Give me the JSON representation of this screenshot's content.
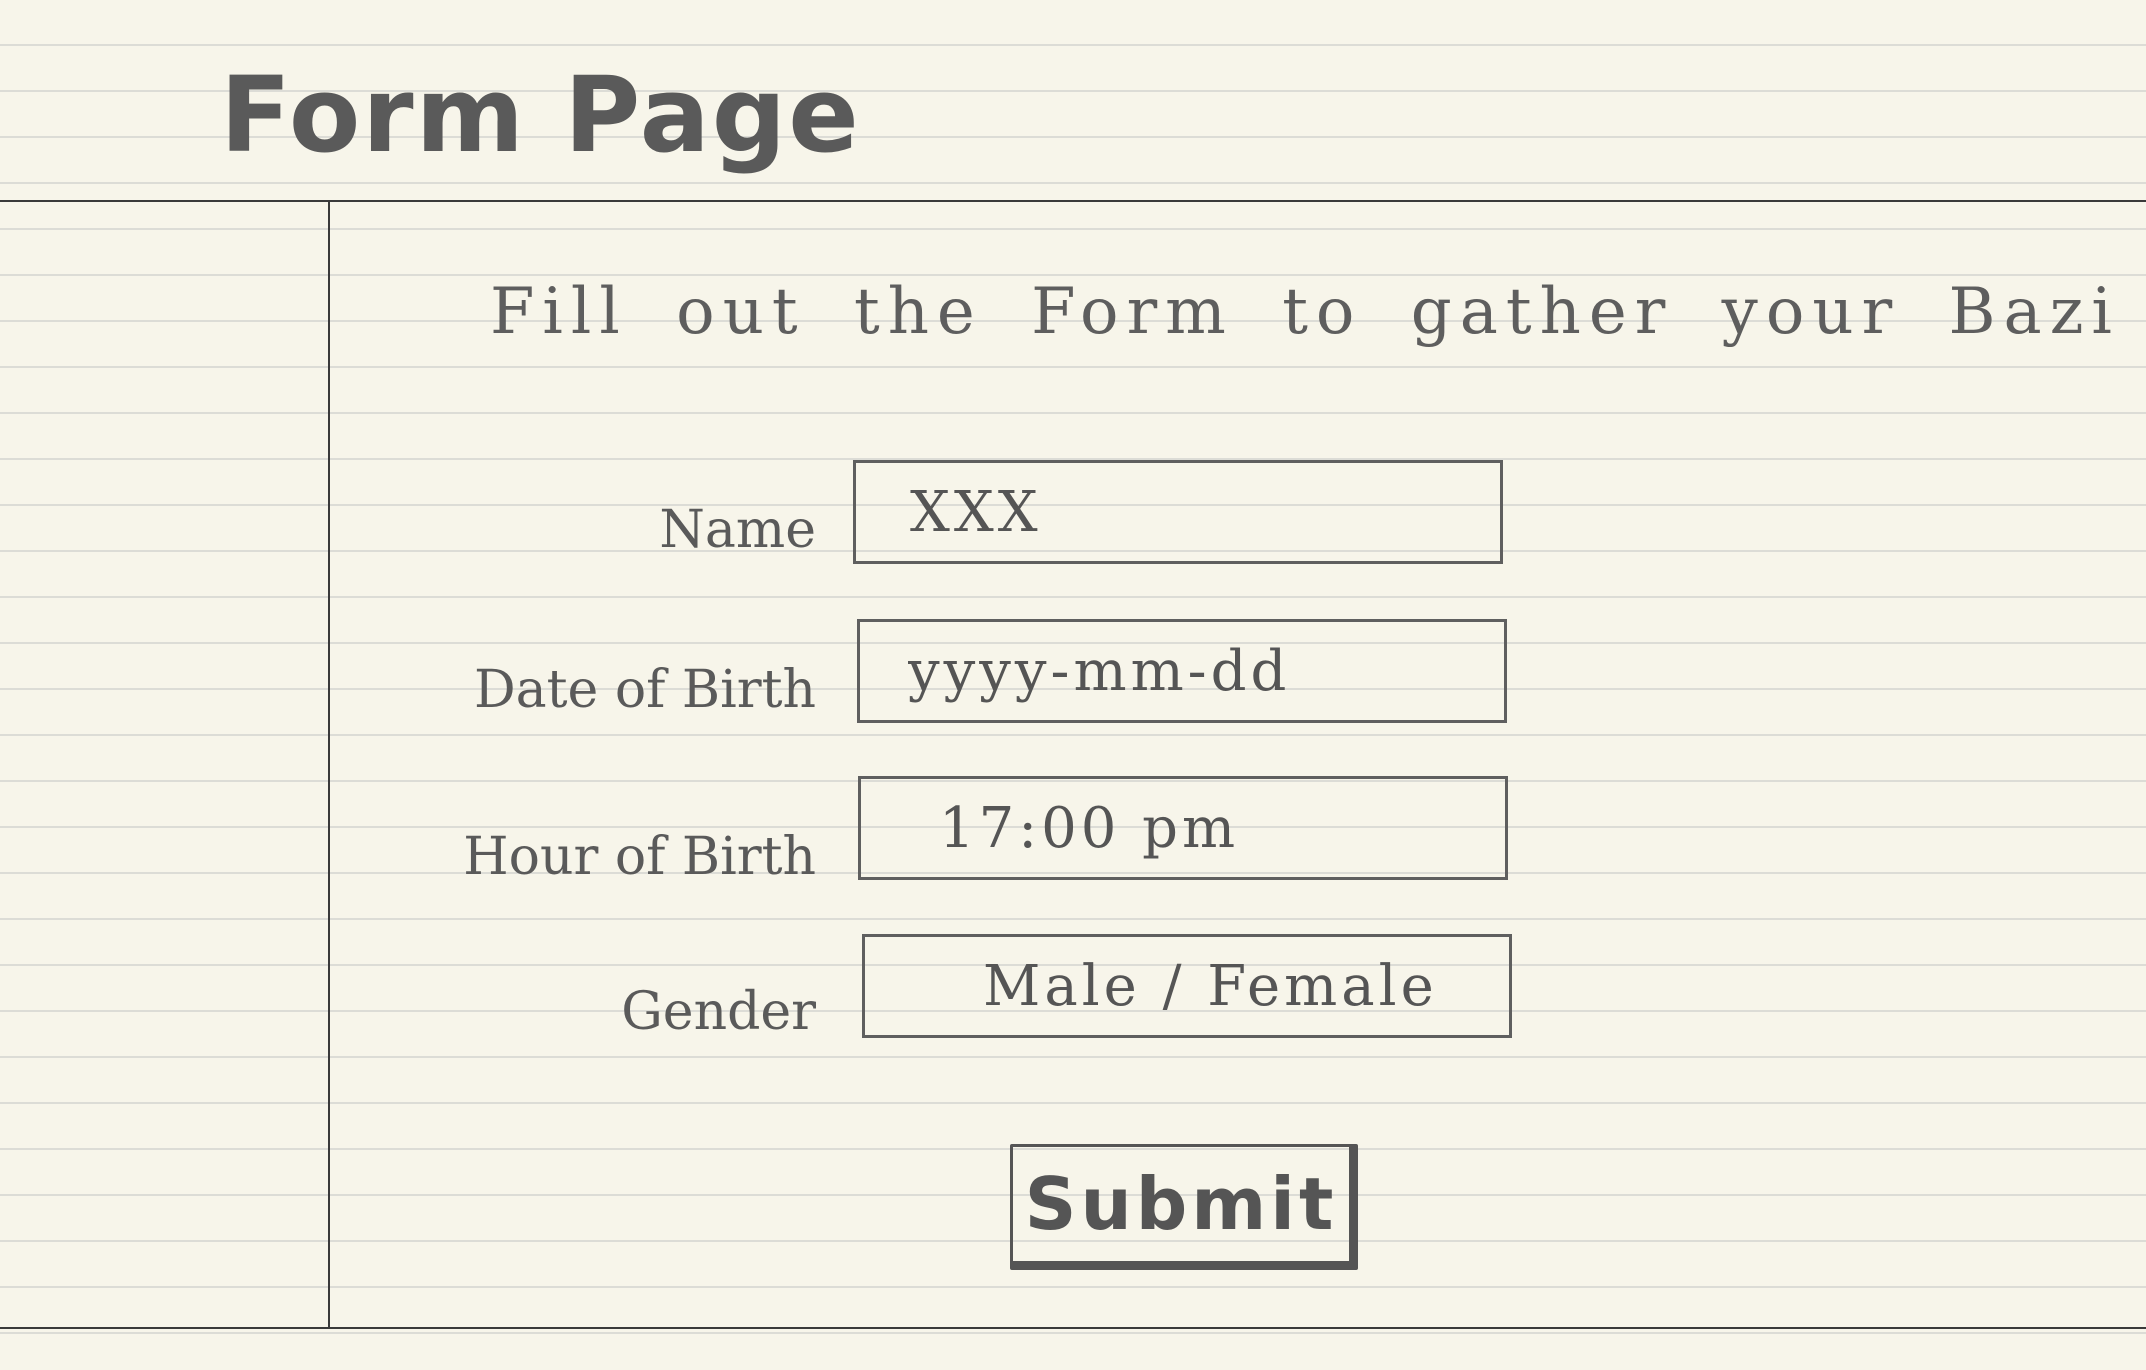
{
  "header": {
    "title": "Form Page"
  },
  "main": {
    "instruction": "Fill out the Form to gather your Bazi",
    "fields": {
      "name": {
        "label": "Name",
        "placeholder": "XXX"
      },
      "date_of_birth": {
        "label": "Date of Birth",
        "placeholder": "yyyy-mm-dd"
      },
      "hour_of_birth": {
        "label": "Hour of Birth",
        "placeholder": "17:00 pm"
      },
      "gender": {
        "label": "Gender",
        "placeholder": "Male / Female"
      }
    },
    "submit_label": "Submit"
  }
}
